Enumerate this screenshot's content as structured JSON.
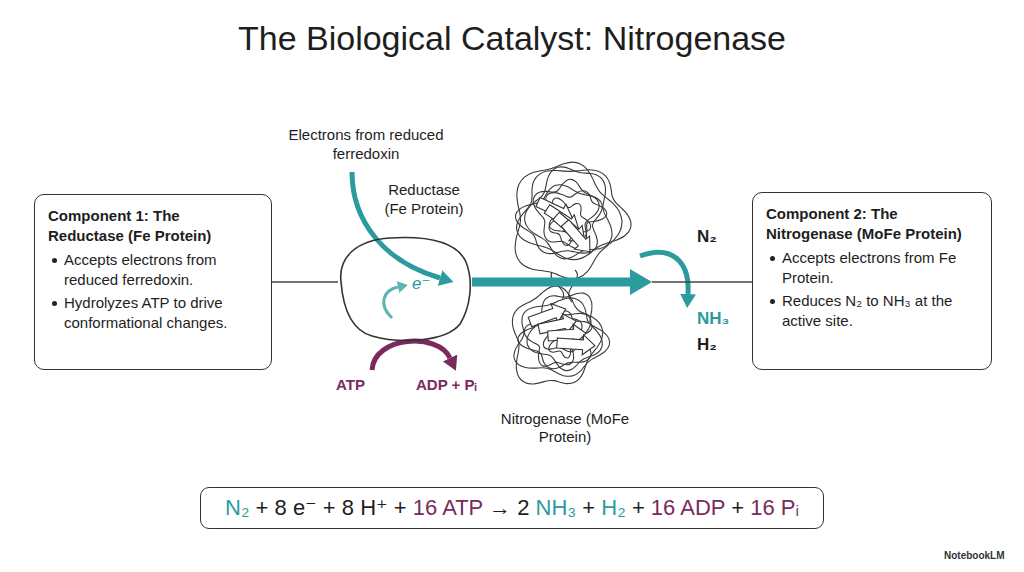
{
  "diagram": {
    "title": "The Biological Catalyst: Nitrogenase",
    "nodes": [
      {
        "text": [
          "Component 1: The Reductase (Fe Protein)",
          "Accepts electrons from reduced ferredoxin.",
          "Hydrolyzes ATP to drive conformational changes."
        ]
      },
      {
        "text": [
          "Reductase (Fe Protein)"
        ]
      },
      {
        "text": [
          "Nitrogenase (MoFe Protein)"
        ]
      },
      {
        "text": [
          "Component 2: The Nitrogenase (MoFe Protein)",
          "Accepts electrons from Fe Protein.",
          "Reduces N₂ to NH₃ at the active site."
        ]
      },
      {
        "text": [
          "N₂ + 8 e⁻ + 8 H⁺ + 16 ATP → 2 NH₃ + H₂ + 16 ADP + 16 Pᵢ"
        ]
      }
    ],
    "edges": [
      {
        "from": 0,
        "to": 1,
        "arrow": "none"
      },
      {
        "from": 1,
        "to": 2,
        "arrow": "to"
      },
      {
        "from": 2,
        "to": 3,
        "arrow": "none"
      }
    ],
    "labels": [
      "Electrons from reduced ferredoxin",
      "e⁻",
      "ATP",
      "ADP + Pᵢ",
      "N₂",
      "NH₃",
      "H₂",
      "NotebookLM"
    ]
  }
}
